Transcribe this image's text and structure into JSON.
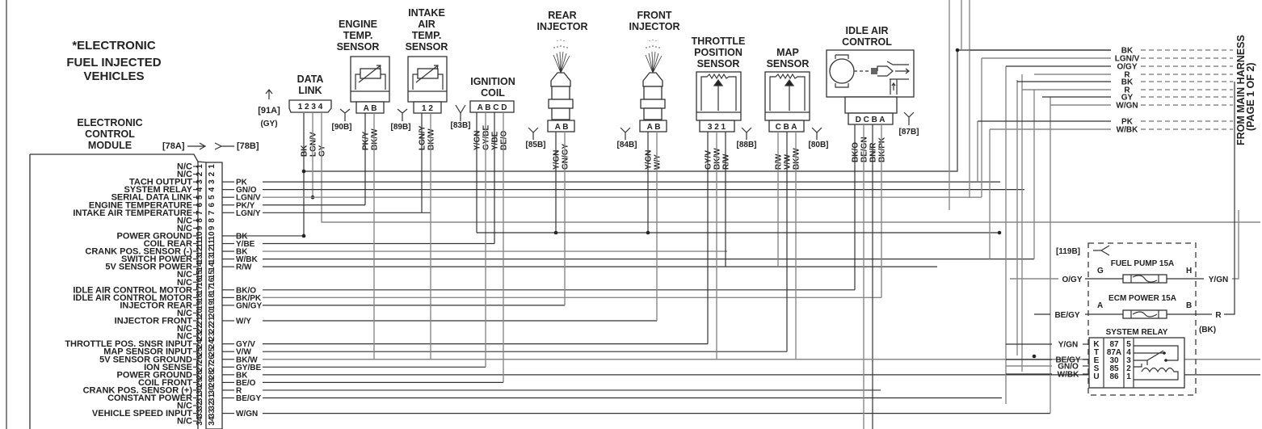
{
  "title_lines": [
    "*ELECTRONIC",
    "FUEL INJECTED",
    "VEHICLES"
  ],
  "ecm": {
    "title_lines": [
      "ELECTRONIC",
      "CONTROL",
      "MODULE"
    ],
    "connector_a": "[78A]",
    "connector_b": "[78B]",
    "pins": [
      {
        "num": "1",
        "func": "N/C",
        "wire": ""
      },
      {
        "num": "2",
        "func": "N/C",
        "wire": ""
      },
      {
        "num": "3",
        "func": "TACH OUTPUT",
        "wire": "PK"
      },
      {
        "num": "4",
        "func": "SYSTEM RELAY",
        "wire": "GN/O"
      },
      {
        "num": "5",
        "func": "SERIAL DATA LINK",
        "wire": "LGN/V"
      },
      {
        "num": "6",
        "func": "ENGINE TEMPERATURE",
        "wire": "PK/Y"
      },
      {
        "num": "7",
        "func": "INTAKE AIR TEMPERATURE",
        "wire": "LGN/Y"
      },
      {
        "num": "8",
        "func": "N/C",
        "wire": ""
      },
      {
        "num": "9",
        "func": "N/C",
        "wire": ""
      },
      {
        "num": "10",
        "func": "POWER GROUND",
        "wire": "BK"
      },
      {
        "num": "11",
        "func": "COIL REAR",
        "wire": "Y/BE"
      },
      {
        "num": "12",
        "func": "CRANK POS. SENSOR (-)",
        "wire": "BK"
      },
      {
        "num": "13",
        "func": "SWITCH POWER",
        "wire": "W/BK"
      },
      {
        "num": "14",
        "func": "5V SENSOR POWER",
        "wire": "R/W"
      },
      {
        "num": "15",
        "func": "N/C",
        "wire": ""
      },
      {
        "num": "16",
        "func": "N/C",
        "wire": ""
      },
      {
        "num": "17",
        "func": "IDLE AIR CONTROL MOTOR",
        "wire": "BK/O"
      },
      {
        "num": "18",
        "func": "IDLE AIR CONTROL MOTOR",
        "wire": "BK/PK"
      },
      {
        "num": "19",
        "func": "INJECTOR REAR",
        "wire": "GN/GY"
      },
      {
        "num": "20",
        "func": "N/C",
        "wire": ""
      },
      {
        "num": "21",
        "func": "INJECTOR FRONT",
        "wire": "W/Y"
      },
      {
        "num": "22",
        "func": "N/C",
        "wire": ""
      },
      {
        "num": "23",
        "func": "N/C",
        "wire": ""
      },
      {
        "num": "24",
        "func": "THROTTLE POS. SNSR INPUT",
        "wire": "GY/V"
      },
      {
        "num": "25",
        "func": "MAP SENSOR INPUT",
        "wire": "V/W"
      },
      {
        "num": "26",
        "func": "5V SENSOR GROUND",
        "wire": "BK/W"
      },
      {
        "num": "27",
        "func": "ION SENSE",
        "wire": "GY/BE"
      },
      {
        "num": "28",
        "func": "POWER GROUND",
        "wire": "BK"
      },
      {
        "num": "29",
        "func": "COIL FRONT",
        "wire": "BE/O"
      },
      {
        "num": "30",
        "func": "CRANK POS. SENSOR (+)",
        "wire": "R"
      },
      {
        "num": "31",
        "func": "CONSTANT POWER",
        "wire": "BE/GY"
      },
      {
        "num": "32",
        "func": "N/C",
        "wire": ""
      },
      {
        "num": "33",
        "func": "VEHICLE SPEED INPUT",
        "wire": "W/GN"
      },
      {
        "num": "34",
        "func": "N/C",
        "wire": ""
      }
    ]
  },
  "components": {
    "data_link": {
      "title_lines": [
        "DATA",
        "LINK"
      ],
      "pins": "1 2 3 4",
      "connector": "[91A]",
      "color": "(GY)",
      "wires": [
        "BK",
        "LGN/V",
        "GY"
      ]
    },
    "engine_temp": {
      "title_lines": [
        "ENGINE",
        "TEMP.",
        "SENSOR"
      ],
      "pins": "A B",
      "connector": "[90B]",
      "wires": [
        "PK/Y",
        "BK/W"
      ]
    },
    "intake_air_temp": {
      "title_lines": [
        "INTAKE",
        "AIR",
        "TEMP.",
        "SENSOR"
      ],
      "pins": "1 2",
      "connector": "[89B]",
      "wires": [
        "LGN/Y",
        "BK/W"
      ]
    },
    "ignition_coil": {
      "title_lines": [
        "IGNITION",
        "COIL"
      ],
      "pins": "A B C D",
      "connector": "[83B]",
      "wires": [
        "Y/GN",
        "GY/BE",
        "Y/BE",
        "BE/O"
      ]
    },
    "rear_injector": {
      "title_lines": [
        "REAR",
        "INJECTOR"
      ],
      "pins": "A B",
      "connector": "[85B]",
      "wires": [
        "Y/GN",
        "GN/GY"
      ]
    },
    "front_injector": {
      "title_lines": [
        "FRONT",
        "INJECTOR"
      ],
      "pins": "A B",
      "connector": "[84B]",
      "wires": [
        "Y/GN",
        "W/Y"
      ]
    },
    "throttle_position": {
      "title_lines": [
        "THROTTLE",
        "POSITION",
        "SENSOR"
      ],
      "pins": "3 2 1",
      "connector": "[88B]",
      "wires": [
        "GY/V",
        "BK/W",
        "R/W"
      ]
    },
    "map_sensor": {
      "title_lines": [
        "MAP",
        "SENSOR"
      ],
      "pins": "C B A",
      "connector": "[80B]",
      "wires": [
        "R/W",
        "V/W",
        "BK/W"
      ]
    },
    "idle_air_control": {
      "title_lines": [
        "IDLE AIR",
        "CONTROL"
      ],
      "pins": "D C B A",
      "connector": "[87B]",
      "wires": [
        "BK/O",
        "BE/GN",
        "BN/R",
        "BK/PK"
      ]
    }
  },
  "main_harness": {
    "label_lines": [
      "FROM MAIN HARNESS",
      "(PAGE 1 OF 2)"
    ],
    "wires": [
      "BK",
      "LGN/V",
      "O/GY",
      "R",
      "BK",
      "R",
      "GY",
      "W/GN",
      "PK",
      "W/BK"
    ]
  },
  "fuse_block": {
    "connector": "[119B]",
    "color": "(BK)",
    "fuel_pump": {
      "label": "FUEL PUMP 15A",
      "left_term": "G",
      "right_term": "H",
      "left_wire": "O/GY",
      "right_wire": "Y/GN"
    },
    "ecm_power": {
      "label": "ECM POWER 15A",
      "left_term": "A",
      "right_term": "B",
      "left_wire": "BE/GY",
      "right_wire": "R"
    },
    "relay": {
      "label": "SYSTEM RELAY",
      "letters": [
        "K",
        "T",
        "E",
        "S",
        "U"
      ],
      "terminals": [
        "87",
        "87A",
        "30",
        "85",
        "86"
      ],
      "pins": [
        "5",
        "4",
        "3",
        "2",
        "1"
      ],
      "wires": [
        "Y/GN",
        "",
        "BE/GY",
        "GN/O",
        "W/BK"
      ]
    }
  }
}
